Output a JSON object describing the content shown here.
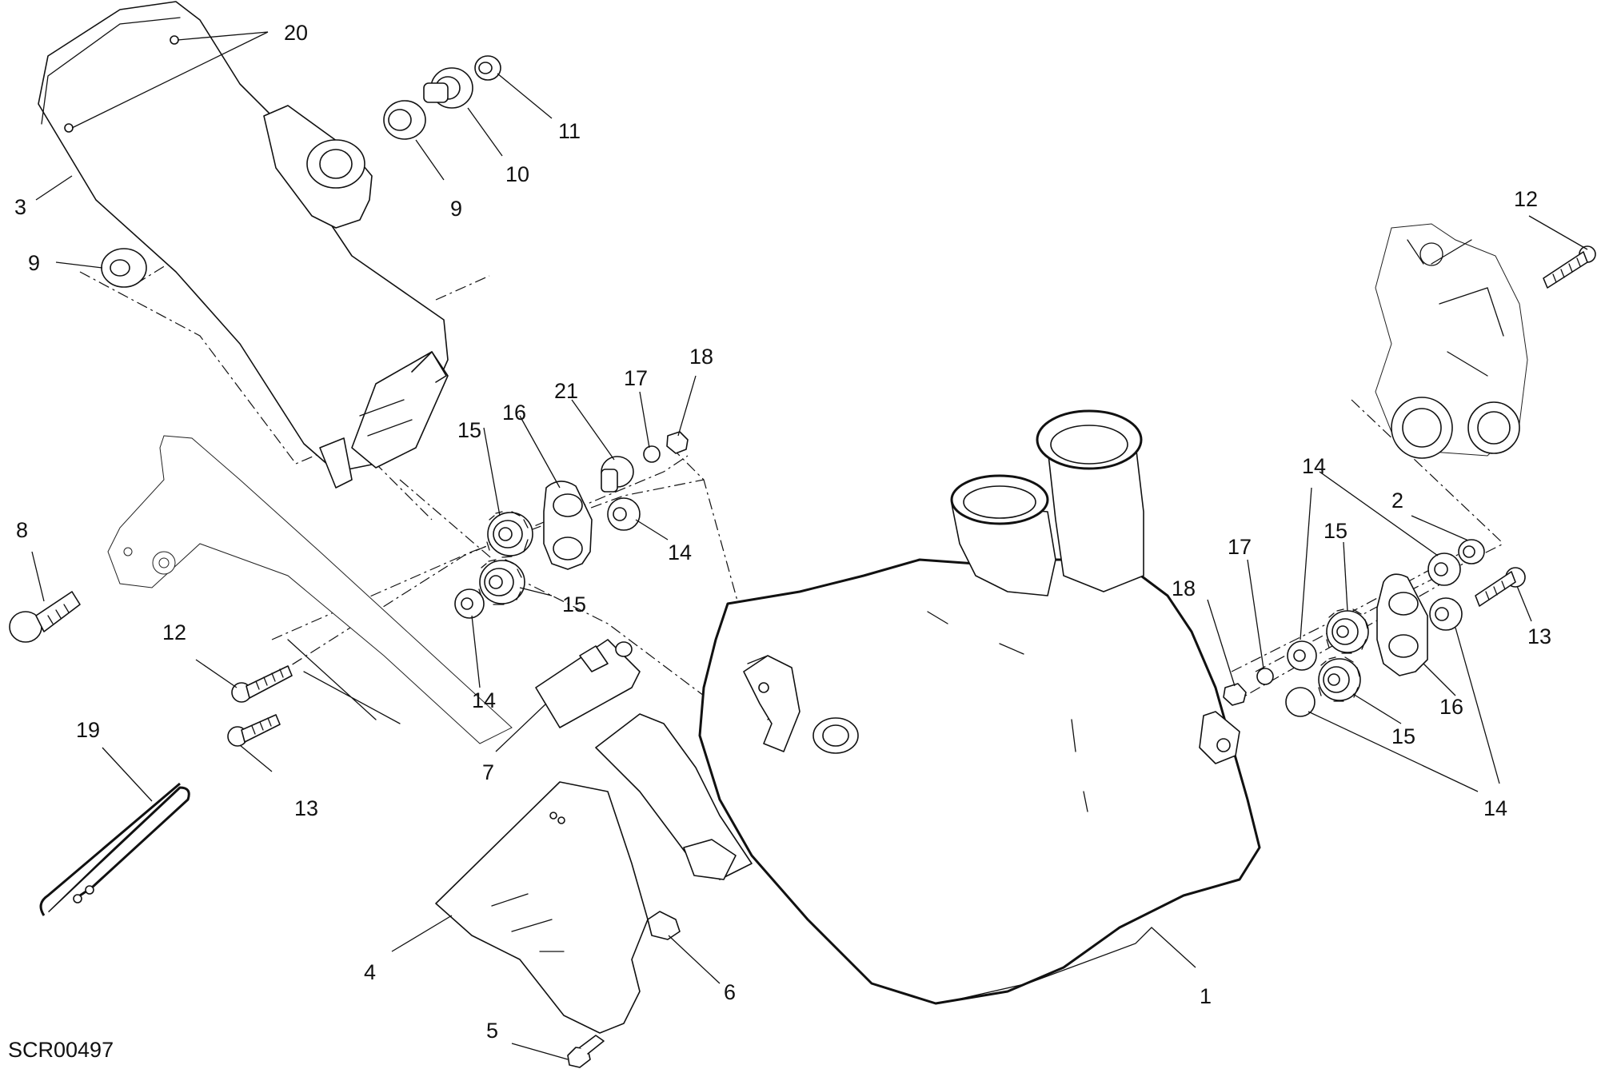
{
  "drawing_code": "SCR00497",
  "callouts": {
    "c1": "1",
    "c2": "2",
    "c3": "3",
    "c4": "4",
    "c5": "5",
    "c6": "6",
    "c7": "7",
    "c8": "8",
    "c9a": "9",
    "c9b": "9",
    "c10": "10",
    "c11": "11",
    "c12a": "12",
    "c12b": "12",
    "c13a": "13",
    "c13b": "13",
    "c14a": "14",
    "c14b": "14",
    "c14c": "14",
    "c14d": "14",
    "c15a": "15",
    "c15b": "15",
    "c15c": "15",
    "c15d": "15",
    "c16a": "16",
    "c16b": "16",
    "c17a": "17",
    "c17b": "17",
    "c18a": "18",
    "c18b": "18",
    "c19": "19",
    "c20": "20",
    "c21": "21"
  },
  "colors": {
    "line": "#111111",
    "background": "#ffffff"
  }
}
